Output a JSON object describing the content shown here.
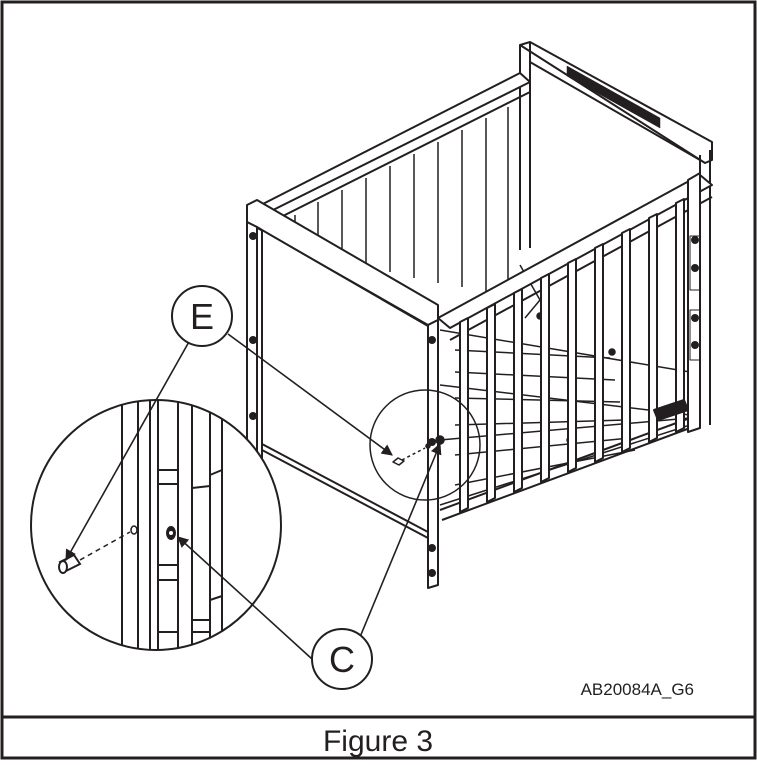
{
  "figure": {
    "caption": "Figure 3",
    "code": "AB20084A_G6"
  },
  "callouts": {
    "e": "E",
    "c": "C"
  },
  "colors": {
    "line": "#231f20",
    "background": "#ffffff"
  },
  "subject": {
    "icon": "crib-assembly-icon",
    "detail_icon": "magnified-detail-icon"
  }
}
